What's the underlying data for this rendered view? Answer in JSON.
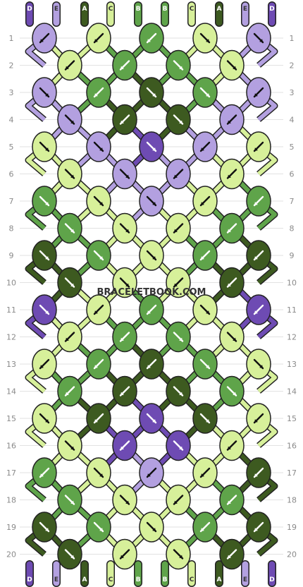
{
  "site": {
    "brand": "BRACELETBOOK.COM"
  },
  "colors": {
    "A": "#3d5a20",
    "B": "#5fa44a",
    "C": "#d7f09a",
    "D": "#6e4bb3",
    "E": "#b3a0e0"
  },
  "string_labels_top": [
    "D",
    "E",
    "A",
    "C",
    "B",
    "B",
    "C",
    "A",
    "E",
    "D"
  ],
  "string_labels_bottom": [
    "D",
    "E",
    "A",
    "C",
    "B",
    "B",
    "C",
    "A",
    "E",
    "D"
  ],
  "row_labels": [
    "1",
    "2",
    "3",
    "4",
    "5",
    "6",
    "7",
    "8",
    "9",
    "10",
    "11",
    "12",
    "13",
    "14",
    "15",
    "16",
    "17",
    "18",
    "19",
    "20"
  ],
  "knots": [
    {
      "row": 1,
      "col": 0,
      "color": "E",
      "dir": "sw"
    },
    {
      "row": 1,
      "col": 1,
      "color": "C",
      "dir": "sw"
    },
    {
      "row": 1,
      "col": 2,
      "color": "B",
      "dir": "sw"
    },
    {
      "row": 1,
      "col": 3,
      "color": "C",
      "dir": "se"
    },
    {
      "row": 1,
      "col": 4,
      "color": "E",
      "dir": "se"
    },
    {
      "row": 2,
      "col": 0,
      "color": "C",
      "dir": "sw"
    },
    {
      "row": 2,
      "col": 1,
      "color": "B",
      "dir": "sw"
    },
    {
      "row": 2,
      "col": 2,
      "color": "B",
      "dir": "se"
    },
    {
      "row": 2,
      "col": 3,
      "color": "C",
      "dir": "se"
    },
    {
      "row": 3,
      "col": 0,
      "color": "E",
      "dir": "se"
    },
    {
      "row": 3,
      "col": 1,
      "color": "B",
      "dir": "sw"
    },
    {
      "row": 3,
      "col": 2,
      "color": "A",
      "dir": "se"
    },
    {
      "row": 3,
      "col": 3,
      "color": "B",
      "dir": "se"
    },
    {
      "row": 3,
      "col": 4,
      "color": "E",
      "dir": "sw"
    },
    {
      "row": 4,
      "col": 0,
      "color": "E",
      "dir": "se"
    },
    {
      "row": 4,
      "col": 1,
      "color": "A",
      "dir": "sw"
    },
    {
      "row": 4,
      "col": 2,
      "color": "A",
      "dir": "se"
    },
    {
      "row": 4,
      "col": 3,
      "color": "E",
      "dir": "sw"
    },
    {
      "row": 5,
      "col": 0,
      "color": "C",
      "dir": "se"
    },
    {
      "row": 5,
      "col": 1,
      "color": "E",
      "dir": "se"
    },
    {
      "row": 5,
      "col": 2,
      "color": "D",
      "dir": "se"
    },
    {
      "row": 5,
      "col": 3,
      "color": "E",
      "dir": "sw"
    },
    {
      "row": 5,
      "col": 4,
      "color": "C",
      "dir": "sw"
    },
    {
      "row": 6,
      "col": 0,
      "color": "C",
      "dir": "se"
    },
    {
      "row": 6,
      "col": 1,
      "color": "E",
      "dir": "se"
    },
    {
      "row": 6,
      "col": 2,
      "color": "E",
      "dir": "sw"
    },
    {
      "row": 6,
      "col": 3,
      "color": "C",
      "dir": "sw"
    },
    {
      "row": 7,
      "col": 0,
      "color": "B",
      "dir": "se"
    },
    {
      "row": 7,
      "col": 1,
      "color": "C",
      "dir": "se"
    },
    {
      "row": 7,
      "col": 2,
      "color": "E",
      "dir": "se"
    },
    {
      "row": 7,
      "col": 3,
      "color": "C",
      "dir": "sw"
    },
    {
      "row": 7,
      "col": 4,
      "color": "B",
      "dir": "sw"
    },
    {
      "row": 8,
      "col": 0,
      "color": "B",
      "dir": "se"
    },
    {
      "row": 8,
      "col": 1,
      "color": "C",
      "dir": "se"
    },
    {
      "row": 8,
      "col": 2,
      "color": "C",
      "dir": "sw"
    },
    {
      "row": 8,
      "col": 3,
      "color": "B",
      "dir": "sw"
    },
    {
      "row": 9,
      "col": 0,
      "color": "A",
      "dir": "se"
    },
    {
      "row": 9,
      "col": 1,
      "color": "B",
      "dir": "se"
    },
    {
      "row": 9,
      "col": 2,
      "color": "C",
      "dir": "se"
    },
    {
      "row": 9,
      "col": 3,
      "color": "B",
      "dir": "sw"
    },
    {
      "row": 9,
      "col": 4,
      "color": "A",
      "dir": "sw"
    },
    {
      "row": 10,
      "col": 0,
      "color": "A",
      "dir": "se"
    },
    {
      "row": 10,
      "col": 1,
      "color": "C",
      "dir": "se"
    },
    {
      "row": 10,
      "col": 2,
      "color": "C",
      "dir": "sw"
    },
    {
      "row": 10,
      "col": 3,
      "color": "A",
      "dir": "sw"
    },
    {
      "row": 11,
      "col": 0,
      "color": "D",
      "dir": "se"
    },
    {
      "row": 11,
      "col": 1,
      "color": "C",
      "dir": "sw"
    },
    {
      "row": 11,
      "col": 2,
      "color": "B",
      "dir": "sw"
    },
    {
      "row": 11,
      "col": 3,
      "color": "C",
      "dir": "se"
    },
    {
      "row": 11,
      "col": 4,
      "color": "D",
      "dir": "sw"
    },
    {
      "row": 12,
      "col": 0,
      "color": "C",
      "dir": "sw"
    },
    {
      "row": 12,
      "col": 1,
      "color": "B",
      "dir": "sw"
    },
    {
      "row": 12,
      "col": 2,
      "color": "B",
      "dir": "se"
    },
    {
      "row": 12,
      "col": 3,
      "color": "C",
      "dir": "se"
    },
    {
      "row": 13,
      "col": 0,
      "color": "C",
      "dir": "sw"
    },
    {
      "row": 13,
      "col": 1,
      "color": "B",
      "dir": "sw"
    },
    {
      "row": 13,
      "col": 2,
      "color": "A",
      "dir": "sw"
    },
    {
      "row": 13,
      "col": 3,
      "color": "B",
      "dir": "se"
    },
    {
      "row": 13,
      "col": 4,
      "color": "C",
      "dir": "se"
    },
    {
      "row": 14,
      "col": 0,
      "color": "B",
      "dir": "sw"
    },
    {
      "row": 14,
      "col": 1,
      "color": "A",
      "dir": "sw"
    },
    {
      "row": 14,
      "col": 2,
      "color": "A",
      "dir": "se"
    },
    {
      "row": 14,
      "col": 3,
      "color": "B",
      "dir": "se"
    },
    {
      "row": 15,
      "col": 0,
      "color": "C",
      "dir": "se"
    },
    {
      "row": 15,
      "col": 1,
      "color": "A",
      "dir": "sw"
    },
    {
      "row": 15,
      "col": 2,
      "color": "D",
      "dir": "se"
    },
    {
      "row": 15,
      "col": 3,
      "color": "A",
      "dir": "se"
    },
    {
      "row": 15,
      "col": 4,
      "color": "C",
      "dir": "sw"
    },
    {
      "row": 16,
      "col": 0,
      "color": "C",
      "dir": "se"
    },
    {
      "row": 16,
      "col": 1,
      "color": "D",
      "dir": "sw"
    },
    {
      "row": 16,
      "col": 2,
      "color": "D",
      "dir": "se"
    },
    {
      "row": 16,
      "col": 3,
      "color": "C",
      "dir": "sw"
    },
    {
      "row": 17,
      "col": 0,
      "color": "B",
      "dir": "sw"
    },
    {
      "row": 17,
      "col": 1,
      "color": "C",
      "dir": "se"
    },
    {
      "row": 17,
      "col": 2,
      "color": "E",
      "dir": "sw"
    },
    {
      "row": 17,
      "col": 3,
      "color": "C",
      "dir": "sw"
    },
    {
      "row": 17,
      "col": 4,
      "color": "A",
      "dir": "sw"
    },
    {
      "row": 18,
      "col": 0,
      "color": "B",
      "dir": "se"
    },
    {
      "row": 18,
      "col": 1,
      "color": "C",
      "dir": "se"
    },
    {
      "row": 18,
      "col": 2,
      "color": "C",
      "dir": "sw"
    },
    {
      "row": 18,
      "col": 3,
      "color": "B",
      "dir": "sw"
    },
    {
      "row": 19,
      "col": 0,
      "color": "A",
      "dir": "se"
    },
    {
      "row": 19,
      "col": 1,
      "color": "B",
      "dir": "se"
    },
    {
      "row": 19,
      "col": 2,
      "color": "C",
      "dir": "se"
    },
    {
      "row": 19,
      "col": 3,
      "color": "B",
      "dir": "sw"
    },
    {
      "row": 19,
      "col": 4,
      "color": "A",
      "dir": "sw"
    },
    {
      "row": 20,
      "col": 0,
      "color": "A",
      "dir": "se"
    },
    {
      "row": 20,
      "col": 1,
      "color": "C",
      "dir": "sw"
    },
    {
      "row": 20,
      "col": 2,
      "color": "C",
      "dir": "se"
    },
    {
      "row": 20,
      "col": 3,
      "color": "A",
      "dir": "sw"
    }
  ]
}
